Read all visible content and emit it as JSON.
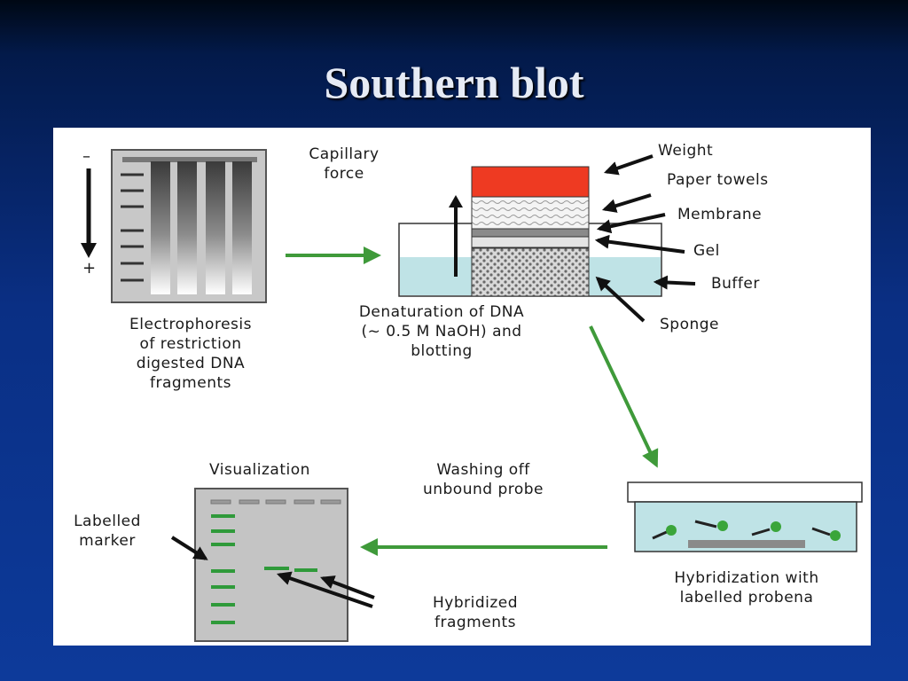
{
  "slide": {
    "title": "Southern blot"
  },
  "diagram": {
    "gel_polarity": {
      "negative": "–",
      "positive": "+"
    },
    "electrophoresis_caption": [
      "Electrophoresis",
      "of restriction",
      "digested DNA",
      "fragments"
    ],
    "capillary_label": [
      "Capillary",
      "force"
    ],
    "blotting_caption": [
      "Denaturation of DNA",
      "(~ 0.5 M NaOH) and",
      "blotting"
    ],
    "stack_labels": {
      "weight": "Weight",
      "paper_towels": "Paper towels",
      "membrane": "Membrane",
      "gel": "Gel",
      "buffer": "Buffer",
      "sponge": "Sponge"
    },
    "hybridization_caption": [
      "Hybridization with",
      "labelled probena"
    ],
    "washing_caption": [
      "Washing off",
      "unbound probe"
    ],
    "visualization_title": "Visualization",
    "labelled_marker": [
      "Labelled",
      "marker"
    ],
    "hybridized_fragments": [
      "Hybridized",
      "fragments"
    ],
    "colors": {
      "arrow_green": "#3f9a3a",
      "weight_red": "#ee3a22",
      "buffer_blue": "#bfe3e6",
      "band_green": "#2f9a3a",
      "blot_gray": "#c4c4c4"
    }
  }
}
